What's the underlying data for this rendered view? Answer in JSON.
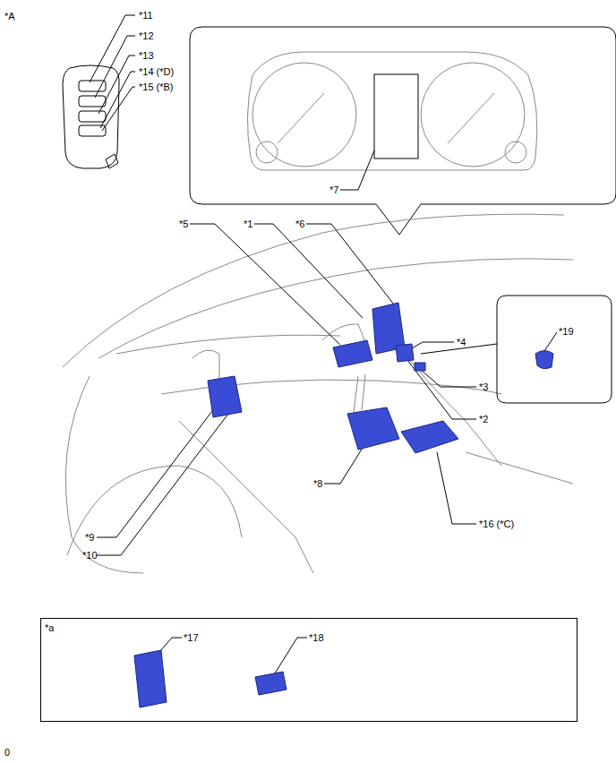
{
  "diagram": {
    "nodes": [
      {
        "text": [
          "*a"
        ]
      }
    ],
    "labels": [
      "*A",
      "*11",
      "*12",
      "*13",
      "*14 (*D)",
      "*15 (*B)",
      "*7",
      "*5",
      "*1",
      "*6",
      "*4",
      "*19",
      "*3",
      "*2",
      "*8",
      "*16 (*C)",
      "*9",
      "*10",
      "*17",
      "*18",
      "0"
    ]
  }
}
